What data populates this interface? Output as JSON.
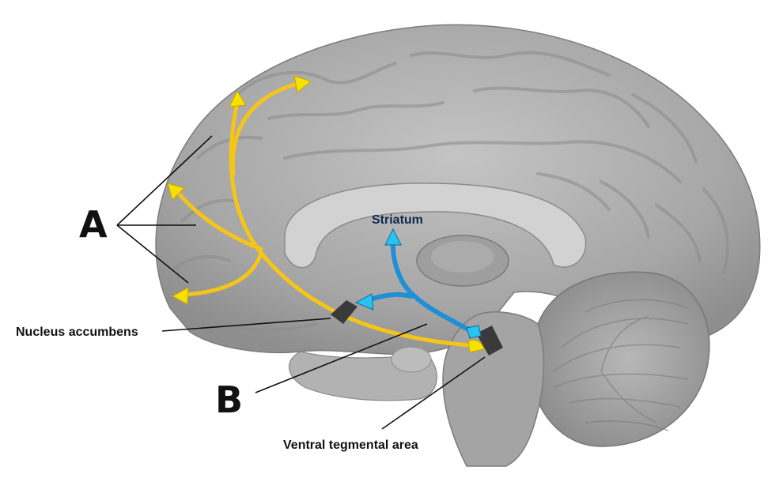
{
  "labels": {
    "a": "A",
    "b": "B",
    "striatum": "Striatum",
    "nucleus_accumbens": "Nucleus accumbens",
    "ventral_tegmental_area": "Ventral tegmental area"
  },
  "colors": {
    "mesocortical_pathway": "#f5c518",
    "nigrostriatal_pathway": "#1f8fd6",
    "region_marker": "#3a3a3a",
    "brain_tissue": "#a9a9a9"
  }
}
